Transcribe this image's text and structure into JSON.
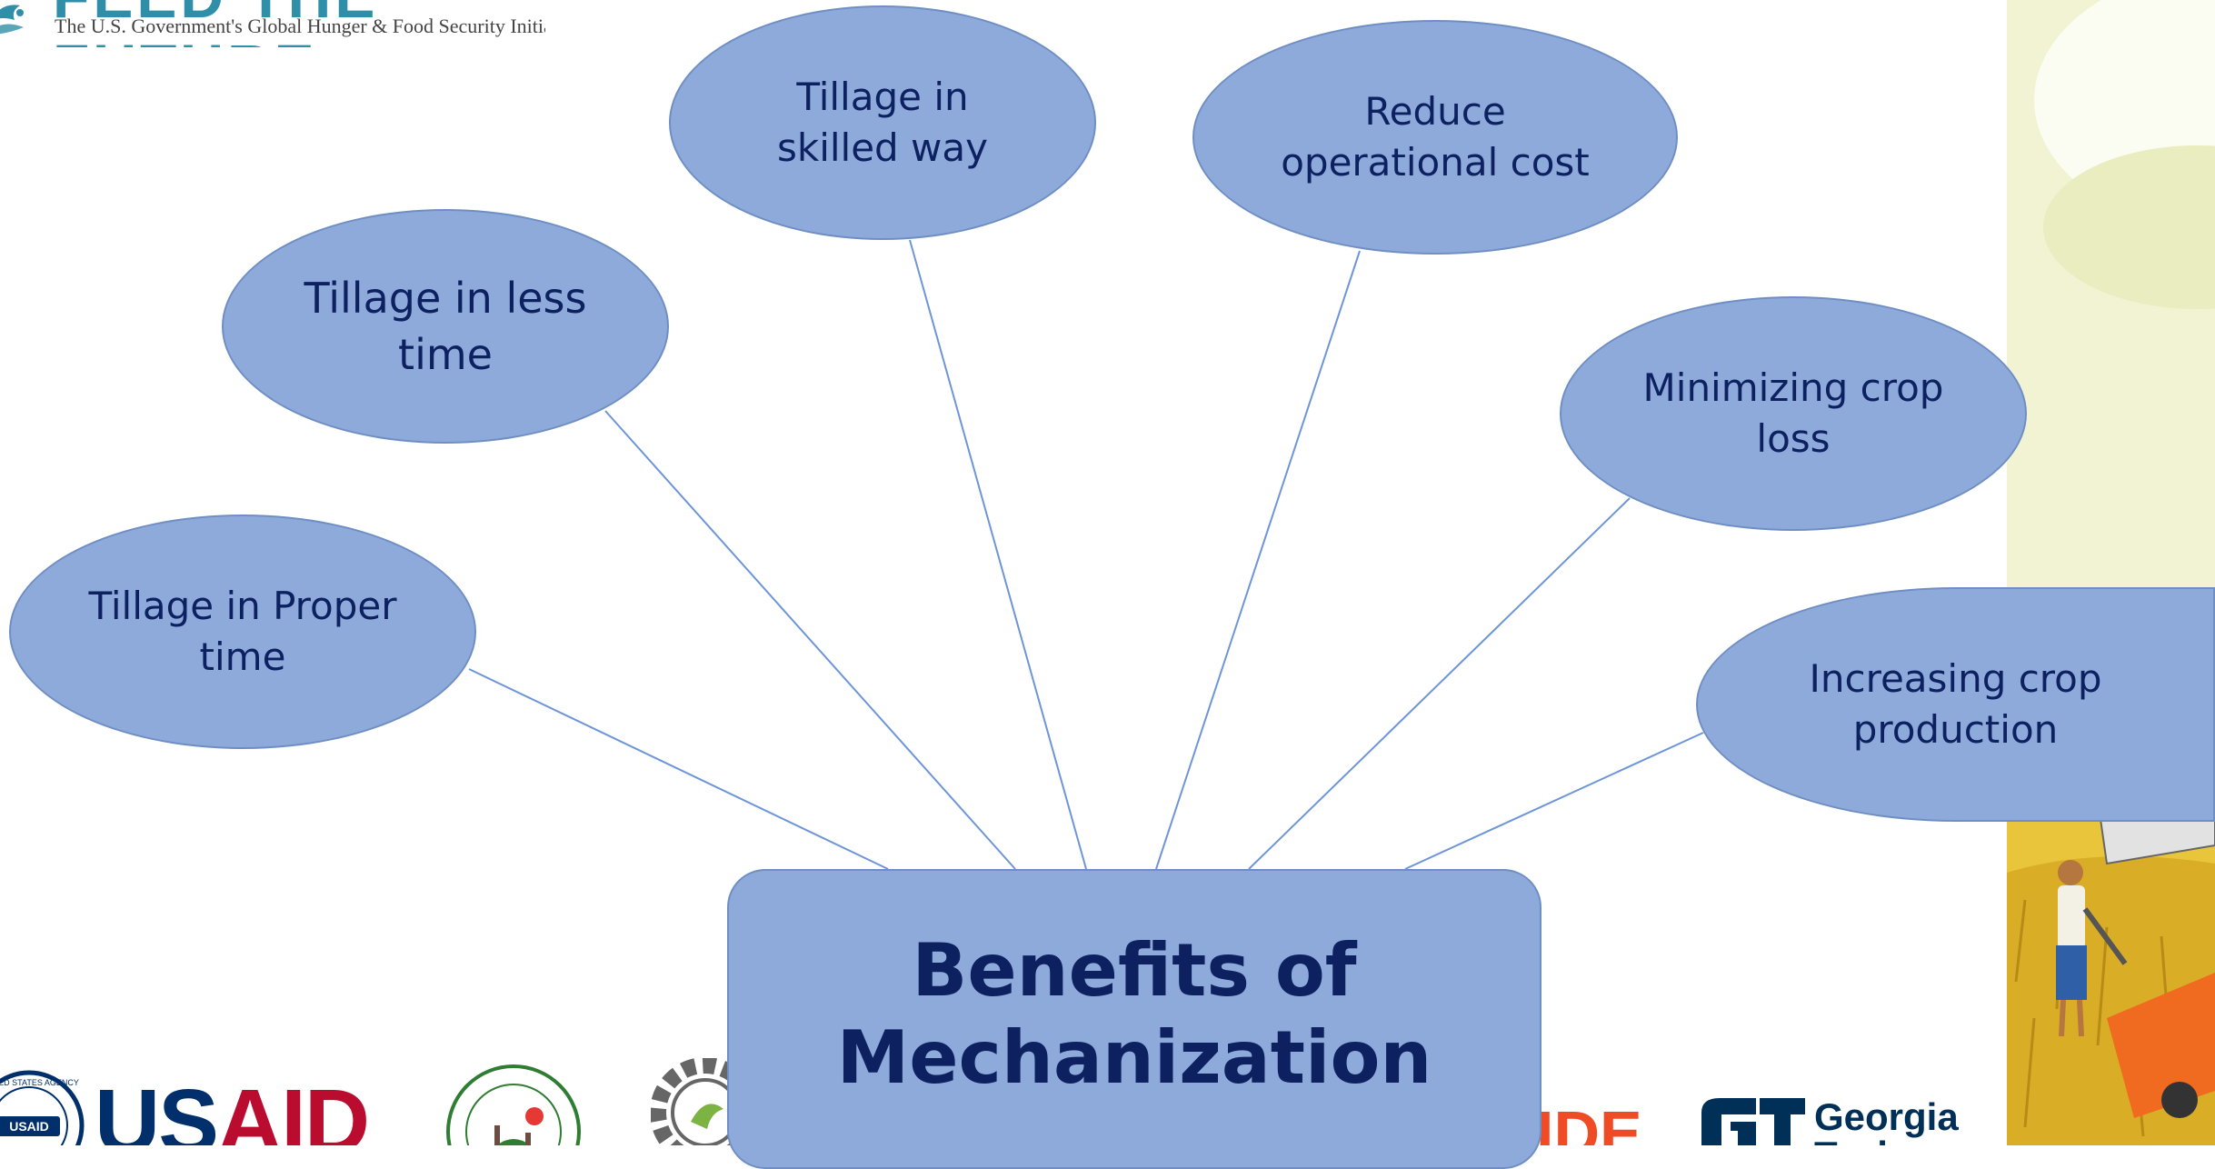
{
  "header": {
    "wordmark": "FEED THE FUTURE",
    "tagline": "The U.S. Government's Global Hunger & Food Security Initiative"
  },
  "diagram": {
    "center": {
      "title": "Benefits of Mechanization"
    },
    "benefits": [
      {
        "id": "proper-time",
        "line1": "Tillage in Proper",
        "line2": "time"
      },
      {
        "id": "less-time",
        "line1": "Tillage in less",
        "line2": "time"
      },
      {
        "id": "skilled-way",
        "line1": "Tillage in",
        "line2": "skilled way"
      },
      {
        "id": "operational-cost",
        "line1": "Reduce",
        "line2": "operational cost"
      },
      {
        "id": "crop-loss",
        "line1": "Minimizing crop",
        "line2": "loss"
      },
      {
        "id": "crop-production",
        "line1": "Increasing crop",
        "line2": "production"
      }
    ]
  },
  "footer": {
    "usaid_us": "US",
    "usaid_aid": "AID",
    "seal_text": "UNITED STATES AGENCY",
    "seal_badge": "USAID",
    "ide": "IDE",
    "gt_line1": "Georgia",
    "gt_line2": "Tech"
  },
  "colors": {
    "bubble_fill": "#8eaadb",
    "bubble_border": "#6f8fc4",
    "text_navy": "#0d2160",
    "connector": "#6d95d8",
    "usaid_blue": "#002f6c",
    "usaid_red": "#ba0c2f"
  }
}
